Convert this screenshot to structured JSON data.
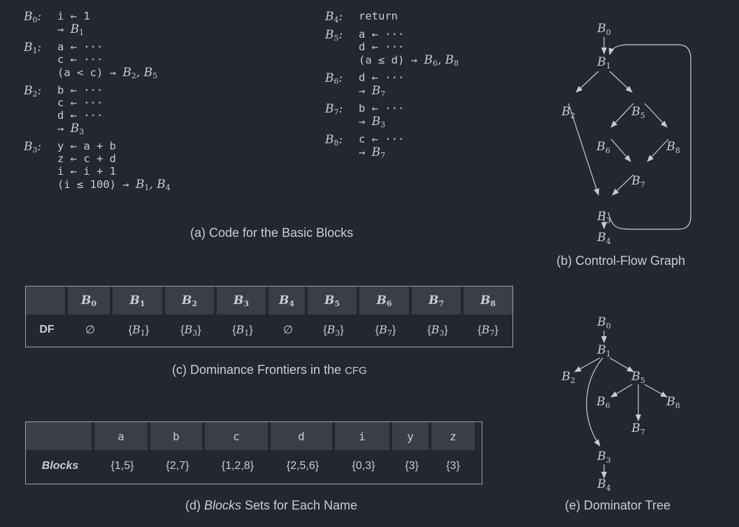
{
  "code_left": [
    {
      "label": "B0",
      "lines": [
        {
          "text": "i ← 1"
        },
        {
          "arrow": "→ ",
          "target": "B1"
        }
      ]
    },
    {
      "label": "B1",
      "lines": [
        {
          "text": "a ← ···"
        },
        {
          "text": "c ← ···"
        },
        {
          "text": "(a < c) → ",
          "target": "B2,B5"
        }
      ]
    },
    {
      "label": "B2",
      "lines": [
        {
          "text": "b ← ···"
        },
        {
          "text": "c ← ···"
        },
        {
          "text": "d ← ···"
        },
        {
          "arrow": "→ ",
          "target": "B3"
        }
      ]
    },
    {
      "label": "B3",
      "lines": [
        {
          "text": "y ← a + b"
        },
        {
          "text": "z ← c + d"
        },
        {
          "text": "i ← i + 1"
        },
        {
          "text": "(i ≤ 100) → ",
          "target": "B1,B4"
        }
      ]
    }
  ],
  "code_right": [
    {
      "label": "B4",
      "lines": [
        {
          "text": "return"
        }
      ]
    },
    {
      "label": "B5",
      "lines": [
        {
          "text": "a ← ···"
        },
        {
          "text": "d ← ···"
        },
        {
          "text": "(a ≤ d) → ",
          "target": "B6,B8"
        }
      ]
    },
    {
      "label": "B6",
      "lines": [
        {
          "text": "d ← ···"
        },
        {
          "arrow": "→ ",
          "target": "B7"
        }
      ]
    },
    {
      "label": "B7",
      "lines": [
        {
          "text": "b ← ···"
        },
        {
          "arrow": "→ ",
          "target": "B3"
        }
      ]
    },
    {
      "label": "B8",
      "lines": [
        {
          "text": "c ← ···"
        },
        {
          "arrow": "→ ",
          "target": "B7"
        }
      ]
    }
  ],
  "captions": {
    "a": "(a) Code for the Basic Blocks",
    "b": "(b) Control-Flow Graph",
    "c_pre": "(c) Dominance Frontiers in the ",
    "c_sc": "CFG",
    "d_pre": "(d) ",
    "d_it": "Blocks",
    "d_post": " Sets for Each Name",
    "e": "(e) Dominator Tree"
  },
  "cfg": {
    "nodes": [
      "B0",
      "B1",
      "B2",
      "B5",
      "B6",
      "B8",
      "B7",
      "B3",
      "B4"
    ],
    "edges": [
      [
        "B0",
        "B1"
      ],
      [
        "B1",
        "B2"
      ],
      [
        "B1",
        "B5"
      ],
      [
        "B5",
        "B6"
      ],
      [
        "B5",
        "B8"
      ],
      [
        "B6",
        "B7"
      ],
      [
        "B8",
        "B7"
      ],
      [
        "B2",
        "B3"
      ],
      [
        "B7",
        "B3"
      ],
      [
        "B3",
        "B4"
      ],
      [
        "B3",
        "B1"
      ]
    ]
  },
  "domtree": {
    "nodes": [
      "B0",
      "B1",
      "B2",
      "B5",
      "B6",
      "B8",
      "B7",
      "B3",
      "B4"
    ],
    "edges": [
      [
        "B0",
        "B1"
      ],
      [
        "B1",
        "B2"
      ],
      [
        "B1",
        "B5"
      ],
      [
        "B1",
        "B3"
      ],
      [
        "B5",
        "B6"
      ],
      [
        "B5",
        "B7"
      ],
      [
        "B5",
        "B8"
      ],
      [
        "B3",
        "B4"
      ]
    ]
  },
  "df_table": {
    "row_label": "DF",
    "headers": [
      "B0",
      "B1",
      "B2",
      "B3",
      "B4",
      "B5",
      "B6",
      "B7",
      "B8"
    ],
    "values": [
      "∅",
      "{B1}",
      "{B3}",
      "{B1}",
      "∅",
      "{B3}",
      "{B7}",
      "{B3}",
      "{B7}"
    ]
  },
  "blocks_table": {
    "row_label": "Blocks",
    "headers": [
      "a",
      "b",
      "c",
      "d",
      "i",
      "y",
      "z"
    ],
    "values": [
      "{1,5}",
      "{2,7}",
      "{1,2,8}",
      "{2,5,6}",
      "{0,3}",
      "{3}",
      "{3}"
    ]
  }
}
